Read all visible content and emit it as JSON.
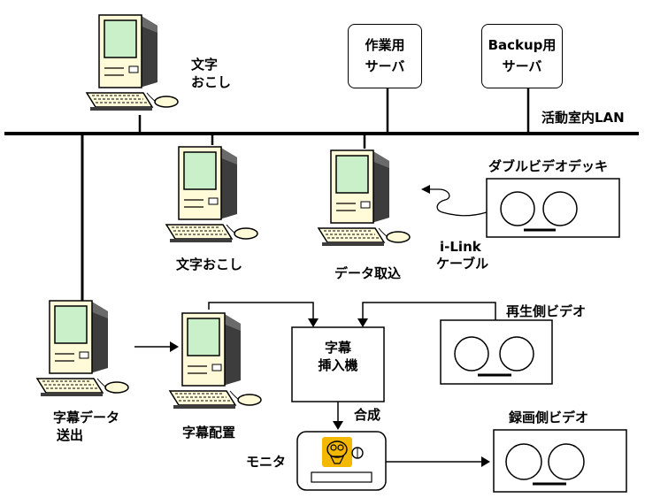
{
  "labels": {
    "pc_top": [
      "文字",
      "おこし"
    ],
    "server_work": [
      "作業用",
      "サーバ"
    ],
    "server_backup": [
      "Backup用",
      "サーバ"
    ],
    "lan": "活動室内LAN",
    "pc_mid1": "文字おこし",
    "pc_mid2": "データ取込",
    "double_video": "ダブルビデオデッキ",
    "ilink": [
      "i-Link",
      "ケーブル"
    ],
    "pc_send": [
      "字幕データ",
      "送出"
    ],
    "pc_place": "字幕配置",
    "inserter": [
      "字幕",
      "挿入機"
    ],
    "playback_video": "再生側ビデオ",
    "composite": "合成",
    "monitor": "モニタ",
    "record_video": "録画側ビデオ"
  },
  "colors": {
    "screen": "#c9f0c9",
    "beige": "#fffbd8",
    "dark": "#4a4a4a",
    "mascot": "#f5b800"
  }
}
